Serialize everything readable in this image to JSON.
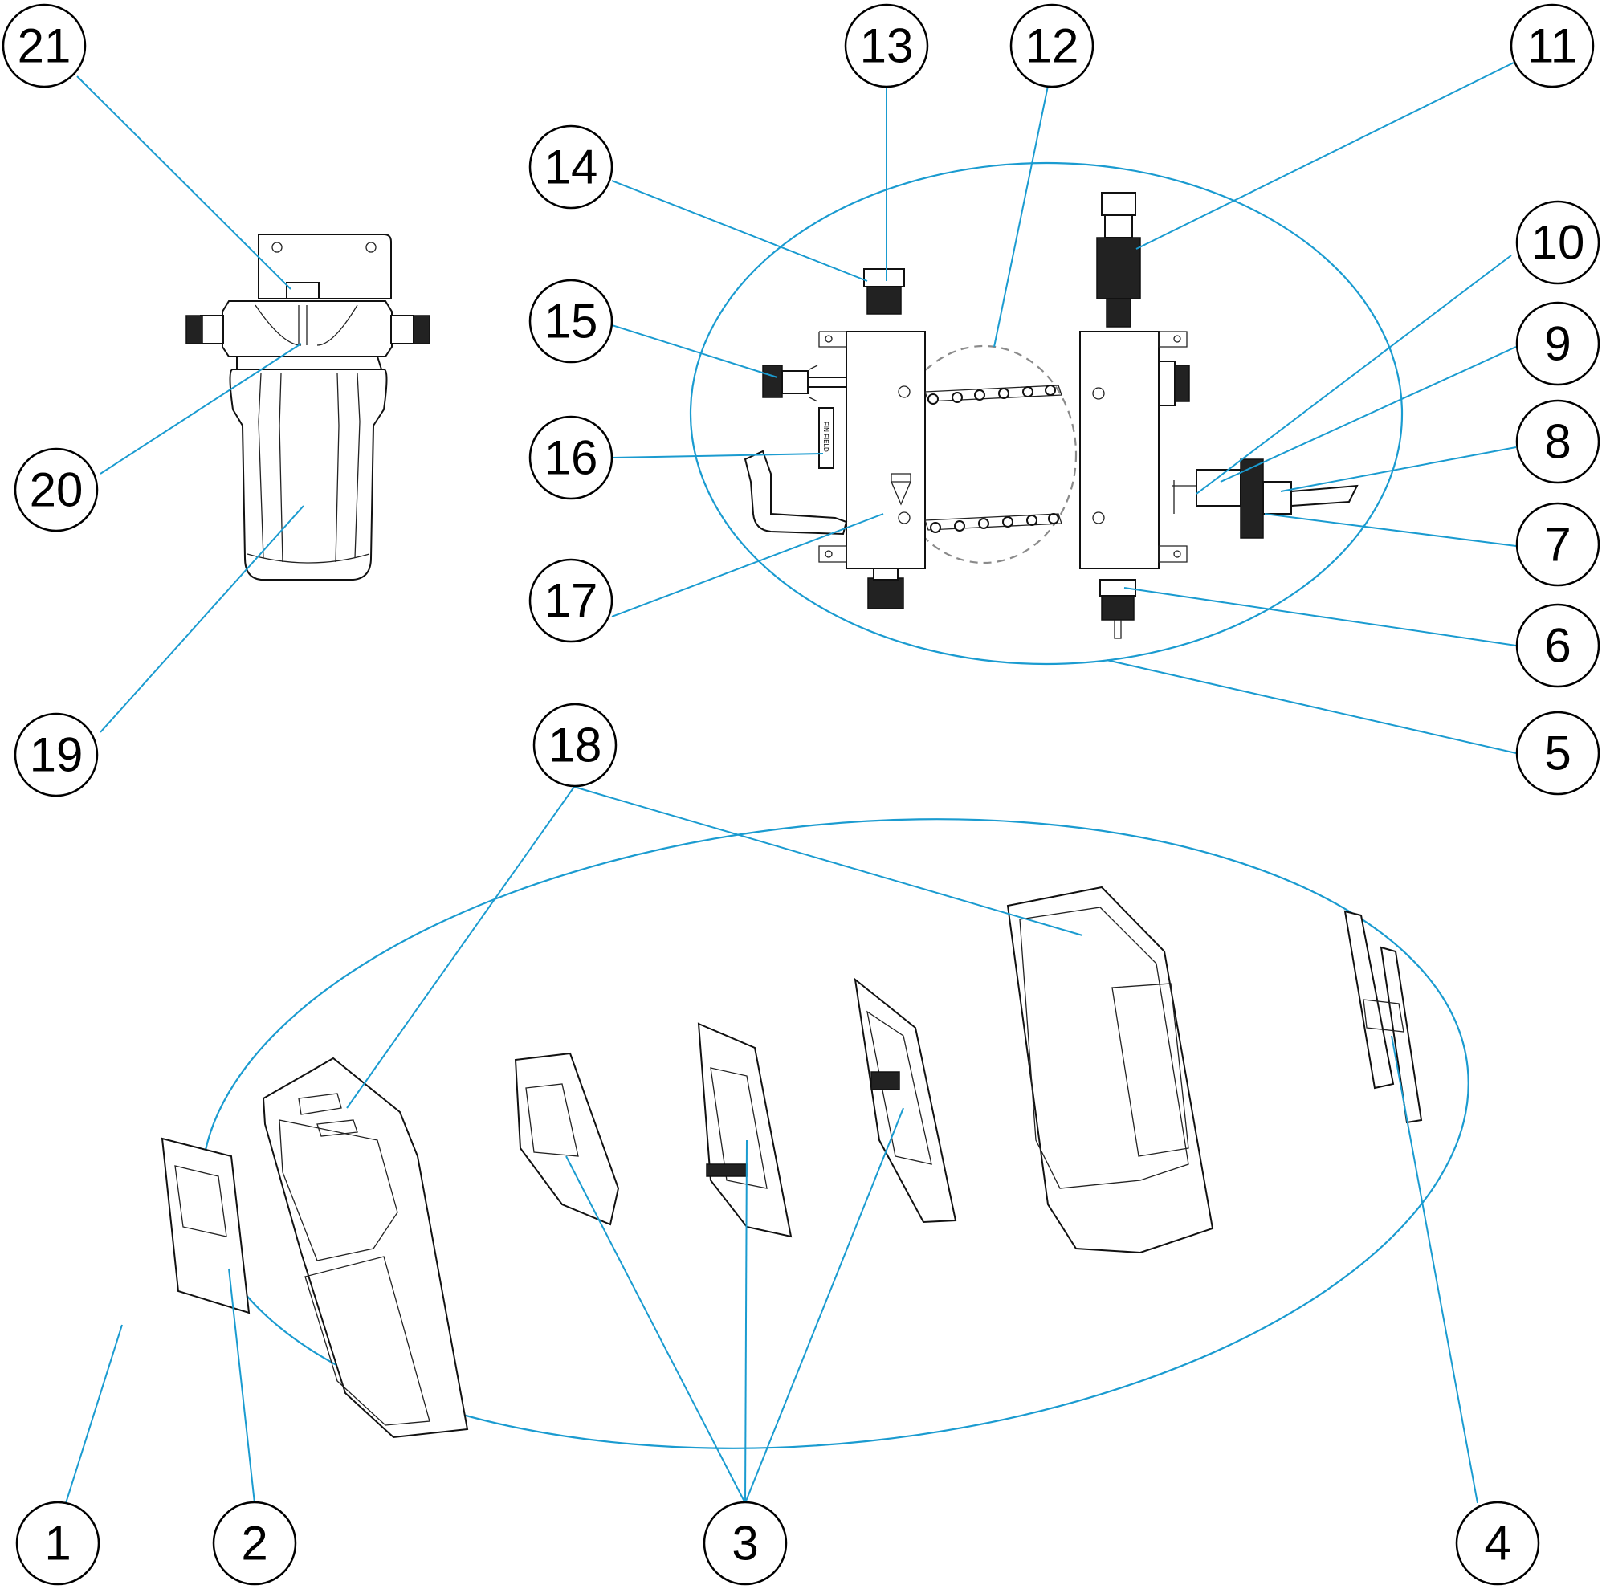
{
  "callouts": [
    {
      "id": "1",
      "label": "1"
    },
    {
      "id": "2",
      "label": "2"
    },
    {
      "id": "3",
      "label": "3"
    },
    {
      "id": "4",
      "label": "4"
    },
    {
      "id": "5",
      "label": "5"
    },
    {
      "id": "6",
      "label": "6"
    },
    {
      "id": "7",
      "label": "7"
    },
    {
      "id": "8",
      "label": "8"
    },
    {
      "id": "9",
      "label": "9"
    },
    {
      "id": "10",
      "label": "10"
    },
    {
      "id": "11",
      "label": "11"
    },
    {
      "id": "12",
      "label": "12"
    },
    {
      "id": "13",
      "label": "13"
    },
    {
      "id": "14",
      "label": "14"
    },
    {
      "id": "15",
      "label": "15"
    },
    {
      "id": "16",
      "label": "16"
    },
    {
      "id": "17",
      "label": "17"
    },
    {
      "id": "18",
      "label": "18"
    },
    {
      "id": "19",
      "label": "19"
    },
    {
      "id": "20",
      "label": "20"
    },
    {
      "id": "21",
      "label": "21"
    }
  ],
  "colors": {
    "leader": "#1a9bd0",
    "outline": "#111111",
    "dashed": "#8a8a8a"
  }
}
